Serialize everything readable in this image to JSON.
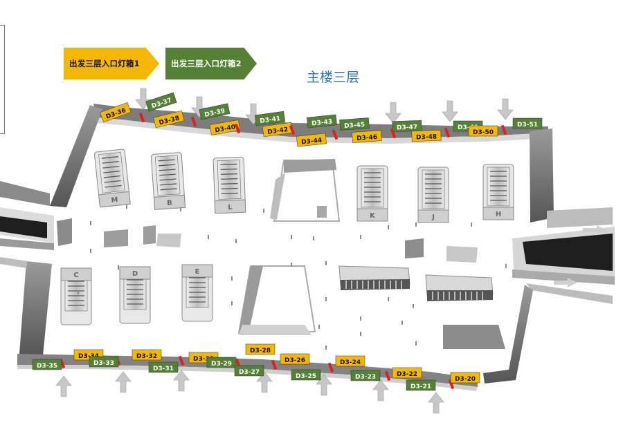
{
  "title": "主楼三层",
  "legend": [
    {
      "label": "出发三层入口灯箱1",
      "color": "#f5b800",
      "text_color": "#111111"
    },
    {
      "label": "出发三层入口灯箱2",
      "color": "#548235",
      "text_color": "#ffffff"
    }
  ],
  "colors": {
    "yellow": "#f5b800",
    "green": "#548235",
    "red": "#e02020",
    "wall": "#6f6f6f",
    "wall_light": "#d9d9d9"
  },
  "top_tags": [
    {
      "id": "D3-36",
      "type": 1
    },
    {
      "id": "D3-37",
      "type": 2
    },
    {
      "id": "D3-38",
      "type": 1
    },
    {
      "id": "D3-39",
      "type": 2
    },
    {
      "id": "D3-40",
      "type": 1
    },
    {
      "id": "D3-41",
      "type": 2
    },
    {
      "id": "D3-42",
      "type": 1
    },
    {
      "id": "D3-43",
      "type": 2
    },
    {
      "id": "D3-44",
      "type": 1
    },
    {
      "id": "D3-45",
      "type": 2
    },
    {
      "id": "D3-46",
      "type": 1
    },
    {
      "id": "D3-47",
      "type": 2
    },
    {
      "id": "D3-48",
      "type": 1
    },
    {
      "id": "D3-49",
      "type": 2
    },
    {
      "id": "D3-50",
      "type": 1
    },
    {
      "id": "D3-51",
      "type": 2
    }
  ],
  "bottom_tags": [
    {
      "id": "D3-35",
      "type": 2
    },
    {
      "id": "D3-34",
      "type": 1
    },
    {
      "id": "D3-33",
      "type": 2
    },
    {
      "id": "D3-32",
      "type": 1
    },
    {
      "id": "D3-31",
      "type": 2
    },
    {
      "id": "D3-30",
      "type": 1
    },
    {
      "id": "D3-29",
      "type": 2
    },
    {
      "id": "D3-28",
      "type": 1
    },
    {
      "id": "D3-27",
      "type": 2
    },
    {
      "id": "D3-26",
      "type": 1
    },
    {
      "id": "D3-25",
      "type": 2
    },
    {
      "id": "D3-24",
      "type": 1
    },
    {
      "id": "D3-23",
      "type": 2
    },
    {
      "id": "D3-22",
      "type": 1
    },
    {
      "id": "D3-21",
      "type": 2
    },
    {
      "id": "D3-20",
      "type": 1
    }
  ],
  "counters_top": [
    {
      "letter": "M",
      "icon": "checkin-counter-icon"
    },
    {
      "letter": "B",
      "icon": "checkin-counter-icon"
    },
    {
      "letter": "L",
      "icon": "checkin-counter-icon"
    },
    {
      "letter": "K",
      "icon": "checkin-counter-icon"
    },
    {
      "letter": "J",
      "icon": "checkin-counter-icon"
    },
    {
      "letter": "H",
      "icon": "checkin-counter-icon"
    }
  ],
  "counters_bottom": [
    {
      "letter": "C",
      "icon": "checkin-counter-icon"
    },
    {
      "letter": "D",
      "icon": "checkin-counter-icon"
    },
    {
      "letter": "E",
      "icon": "checkin-counter-icon"
    }
  ],
  "icons": [
    "entrance-arrow-icon",
    "exit-arrow-icon",
    "security-gate-icon"
  ]
}
